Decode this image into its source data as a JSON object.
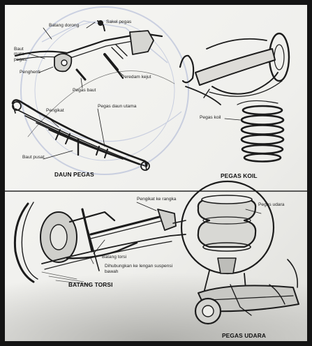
{
  "colors": {
    "border": "#121212",
    "ink": "#1c1c1c",
    "paper": "#f2f2ef",
    "shade": "#b9b9b5",
    "watermark": "#7f8fc4"
  },
  "panels": {
    "daun_pegas": {
      "caption": "DAUN PEGAS",
      "labels": {
        "batang_ulir": "Batang dorong",
        "baut_mata": "Baut mata pegas",
        "penghenti": "Penghenti",
        "pegas_baut": "Pegas baut",
        "shackle": "Sakel pegas",
        "peredam": "Peredam kejut",
        "pengikat": "Pengikat",
        "pegas_daun_utama": "Pegas daun utama",
        "baut_pusat": "Baut pusat"
      }
    },
    "pegas_koil": {
      "caption": "PEGAS KOIL",
      "labels": {
        "pegas_koil": "Pegas koil"
      }
    },
    "batang_torsi": {
      "caption": "BATANG TORSI",
      "labels": {
        "pengikat_rangka": "Pengikat ke rangka",
        "batang_torsi": "Batang torsi",
        "dihubungkan": "Dihubungkan ke lengan suspensi bawah"
      }
    },
    "pegas_udara": {
      "caption": "PEGAS UDARA",
      "labels": {
        "pegas_udara": "Pegas udara"
      }
    }
  }
}
